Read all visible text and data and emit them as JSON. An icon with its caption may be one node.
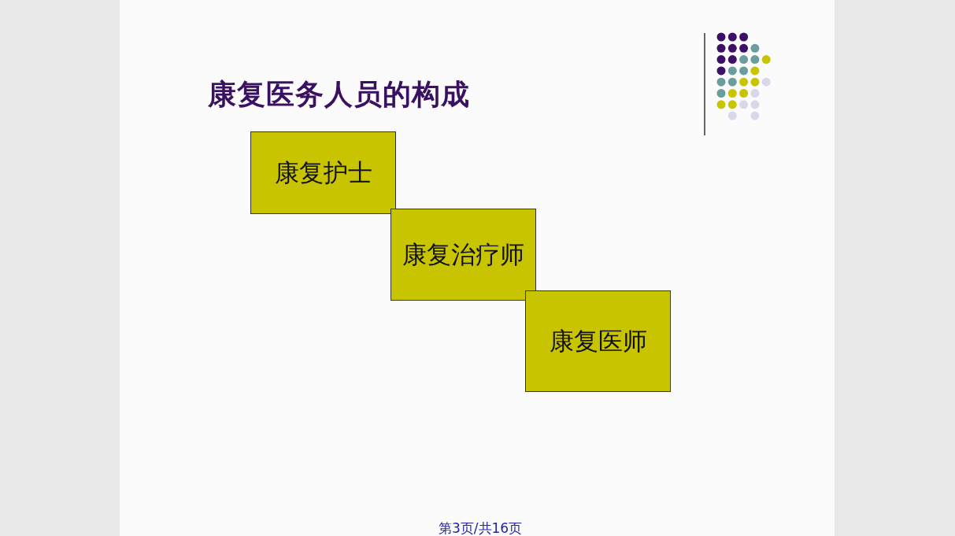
{
  "diagram": {
    "title": "康复医务人员的构成",
    "nodes": [
      {
        "text": [
          "康复护士"
        ]
      },
      {
        "text": [
          "康复治疗师"
        ]
      },
      {
        "text": [
          "康复医师"
        ]
      }
    ],
    "labels": [
      "第3页/共16页"
    ]
  }
}
